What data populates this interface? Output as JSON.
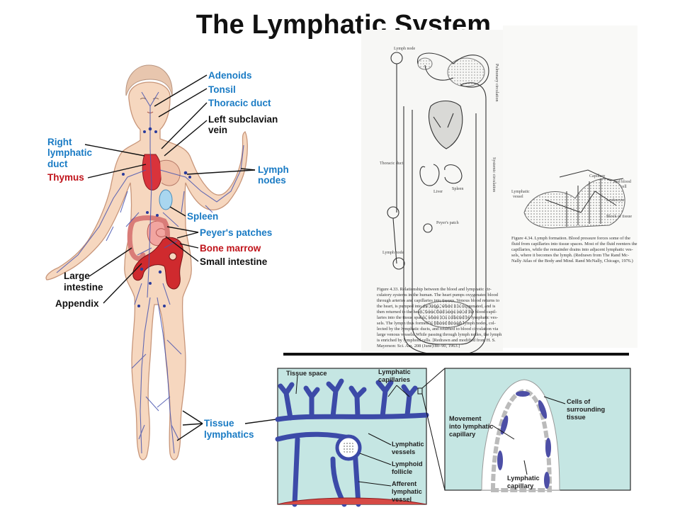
{
  "title": "The Lymphatic System",
  "body_labels": {
    "adenoids": "Adenoids",
    "tonsil": "Tonsil",
    "thoracic_duct": "Thoracic duct",
    "left_subclavian_1": "Left subclavian",
    "left_subclavian_2": "vein",
    "right_lymphatic_1": "Right",
    "right_lymphatic_2": "lymphatic",
    "right_lymphatic_3": "duct",
    "thymus": "Thymus",
    "lymph_nodes_1": "Lymph",
    "lymph_nodes_2": "nodes",
    "spleen": "Spleen",
    "peyers_patches": "Peyer's patches",
    "bone_marrow": "Bone marrow",
    "small_intestine": "Small intestine",
    "large_intestine_1": "Large",
    "large_intestine_2": "intestine",
    "appendix": "Appendix",
    "tissue_lymphatics_1": "Tissue",
    "tissue_lymphatics_2": "lymphatics"
  },
  "figure_433": {
    "labels": {
      "lymph_node_top": "Lymph node",
      "pulmonary": "Pulmonary circulation",
      "thoracic_duct": "Thoracic duct",
      "liver": "Liver",
      "spleen": "Spleen",
      "systemic": "Systemic circulation",
      "peyers": "Peyer's patch",
      "lymph_node_bottom": "Lymph node"
    },
    "caption": [
      "Figure 4.33.  Relationship between the blood and lymphatic cir-",
      "culatory systems in the human. The heart pumps oxygenated blood",
      "through arteries and capillaries into tissues. Venous blood returns to",
      "the heart, is pumped into the lungs, where it is oxygenated, and is",
      "then returned to the heart. Some fluid seeps out of the blood capil-",
      "laries into the tissue spaces, where it is collected by lymphatic ves-",
      "sels. The lymph thus formed is filtered through lymph nodes, col-",
      "lected by the lymphatic ducts, and returned to blood circulation via",
      "large venous vessels. While passing through lymph nodes, the lymph",
      "is enriched by lymphoid cells. [Redrawn and modified from H. S.",
      "Mayerson: Sci. Am. 208 (June):80–90, 1963.]"
    ]
  },
  "figure_434": {
    "labels": {
      "capillary": "Capillary",
      "red_blood_cell_1": "Red blood",
      "red_blood_cell_2": "cell",
      "lymphatic_vessel_1": "Lymphatic",
      "lymphatic_vessel_2": "vessel",
      "leukocyte": "Leukocyte",
      "block_of_tissue": "Block of tissue"
    },
    "caption": [
      "Figure 4.34.  Lymph formation. Blood pressure forces some of the",
      "fluid from capillaries into tissue spaces. Most of the fluid reenters the",
      "capillaries, while the remainder drains into adjacent lymphatic ves-",
      "sels, where it becomes the lymph. (Redrawn from The Rand Mc-",
      "Nally Atlas of the Body and Mind. Rand McNally, Chicago, 1976.)"
    ]
  },
  "tissue_diagram": {
    "tissue_space": "Tissue space",
    "lymphatic_capillaries_1": "Lymphatic",
    "lymphatic_capillaries_2": "capillaries",
    "lymphatic_vessels_1": "Lymphatic",
    "lymphatic_vessels_2": "vessels",
    "lymphoid_follicle_1": "Lymphoid",
    "lymphoid_follicle_2": "follicle",
    "afferent_1": "Afferent",
    "afferent_2": "lymphatic",
    "afferent_3": "vessel"
  },
  "capillary_detail": {
    "cells_1": "Cells of",
    "cells_2": "surrounding",
    "cells_3": "tissue",
    "movement_1": "Movement",
    "movement_2": "into lymphatic",
    "movement_3": "capillary",
    "capillary_1": "Lymphatic",
    "capillary_2": "capillary"
  },
  "colors": {
    "label_blue": "#1a7bc4",
    "label_red": "#c0141b",
    "skin": "#f6d7bf",
    "lymph_vessel": "#4a56b0",
    "tissue_bg": "#c5e6e3"
  }
}
